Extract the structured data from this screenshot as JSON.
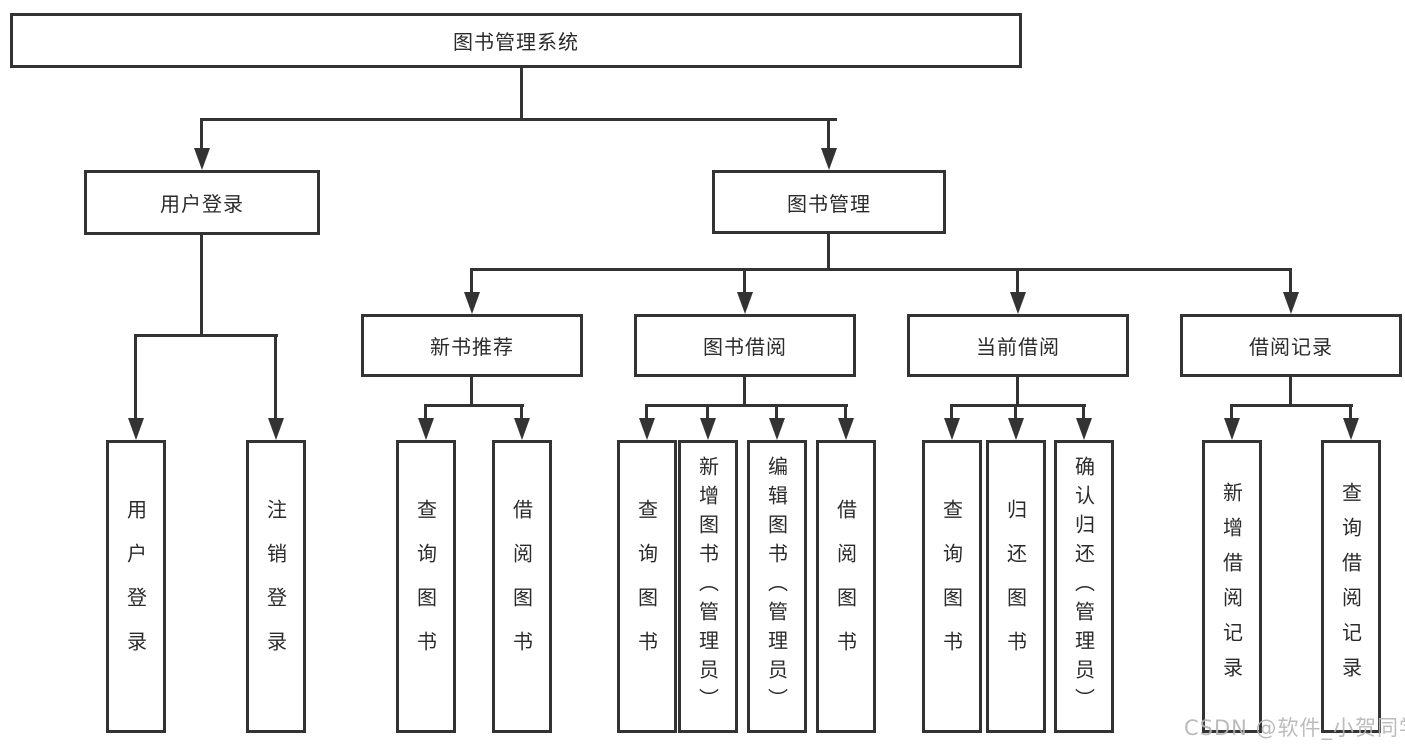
{
  "diagram": {
    "root": {
      "label": "图书管理系统"
    },
    "branches": [
      {
        "label": "用户登录",
        "children": [
          {
            "label": "用户登录"
          },
          {
            "label": "注销登录"
          }
        ]
      },
      {
        "label": "图书管理",
        "children": [
          {
            "label": "新书推荐",
            "children": [
              {
                "label": "查询图书"
              },
              {
                "label": "借阅图书"
              }
            ]
          },
          {
            "label": "图书借阅",
            "children": [
              {
                "label": "查询图书"
              },
              {
                "label": "新增图书（管理员）"
              },
              {
                "label": "编辑图书（管理员）"
              },
              {
                "label": "借阅图书"
              }
            ]
          },
          {
            "label": "当前借阅",
            "children": [
              {
                "label": "查询图书"
              },
              {
                "label": "归还图书"
              },
              {
                "label": "确认归还（管理员）"
              }
            ]
          },
          {
            "label": "借阅记录",
            "children": [
              {
                "label": "新增借阅记录"
              },
              {
                "label": "查询借阅记录"
              }
            ]
          }
        ]
      }
    ]
  },
  "watermark": {
    "text": "CSDN @软件_小贺同学",
    "color": "#b5b5b5"
  },
  "colors": {
    "line": "#333333",
    "border": "#333333",
    "text": "#2b2b2b",
    "background": "#ffffff"
  }
}
